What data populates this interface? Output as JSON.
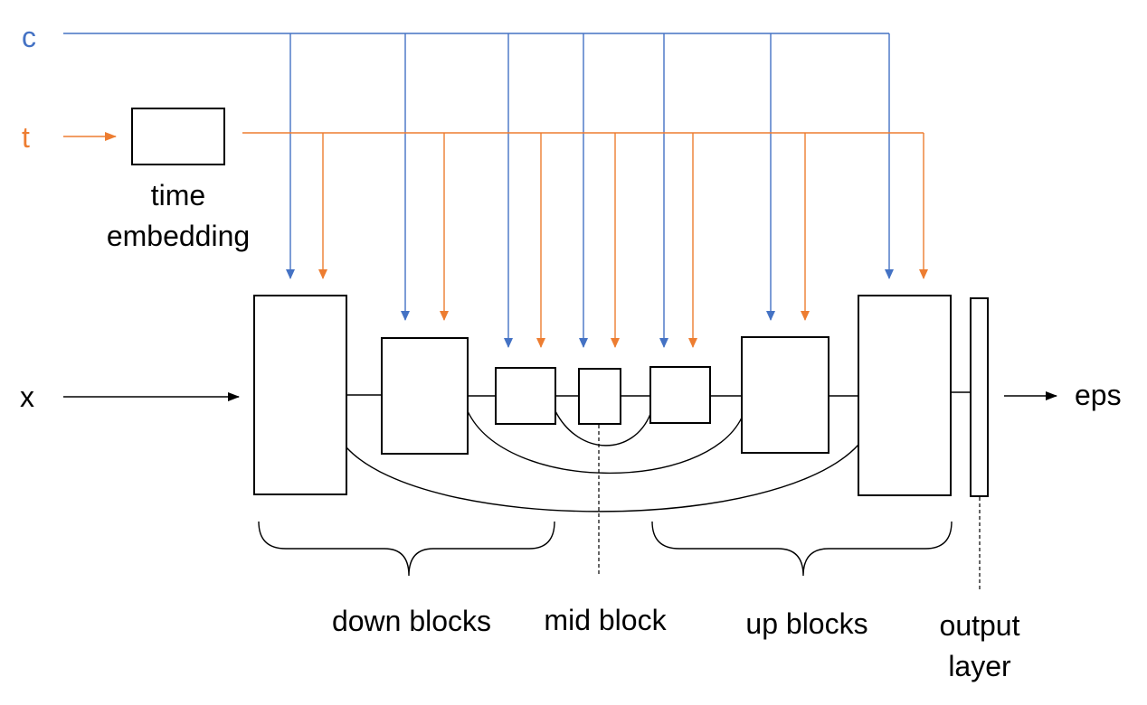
{
  "inputs": {
    "c": "c",
    "t": "t",
    "x": "x"
  },
  "output": "eps",
  "time_embedding": {
    "line1": "time",
    "line2": "embedding"
  },
  "groups": {
    "down_blocks": "down blocks",
    "mid_block": "mid block",
    "up_blocks": "up blocks",
    "output_layer_line1": "output",
    "output_layer_line2": "layer"
  },
  "colors": {
    "c_line": "#4472c4",
    "t_line": "#ed7d31",
    "c_text": "#4472c4",
    "t_text": "#ed7d31",
    "block_stroke": "#000000"
  }
}
